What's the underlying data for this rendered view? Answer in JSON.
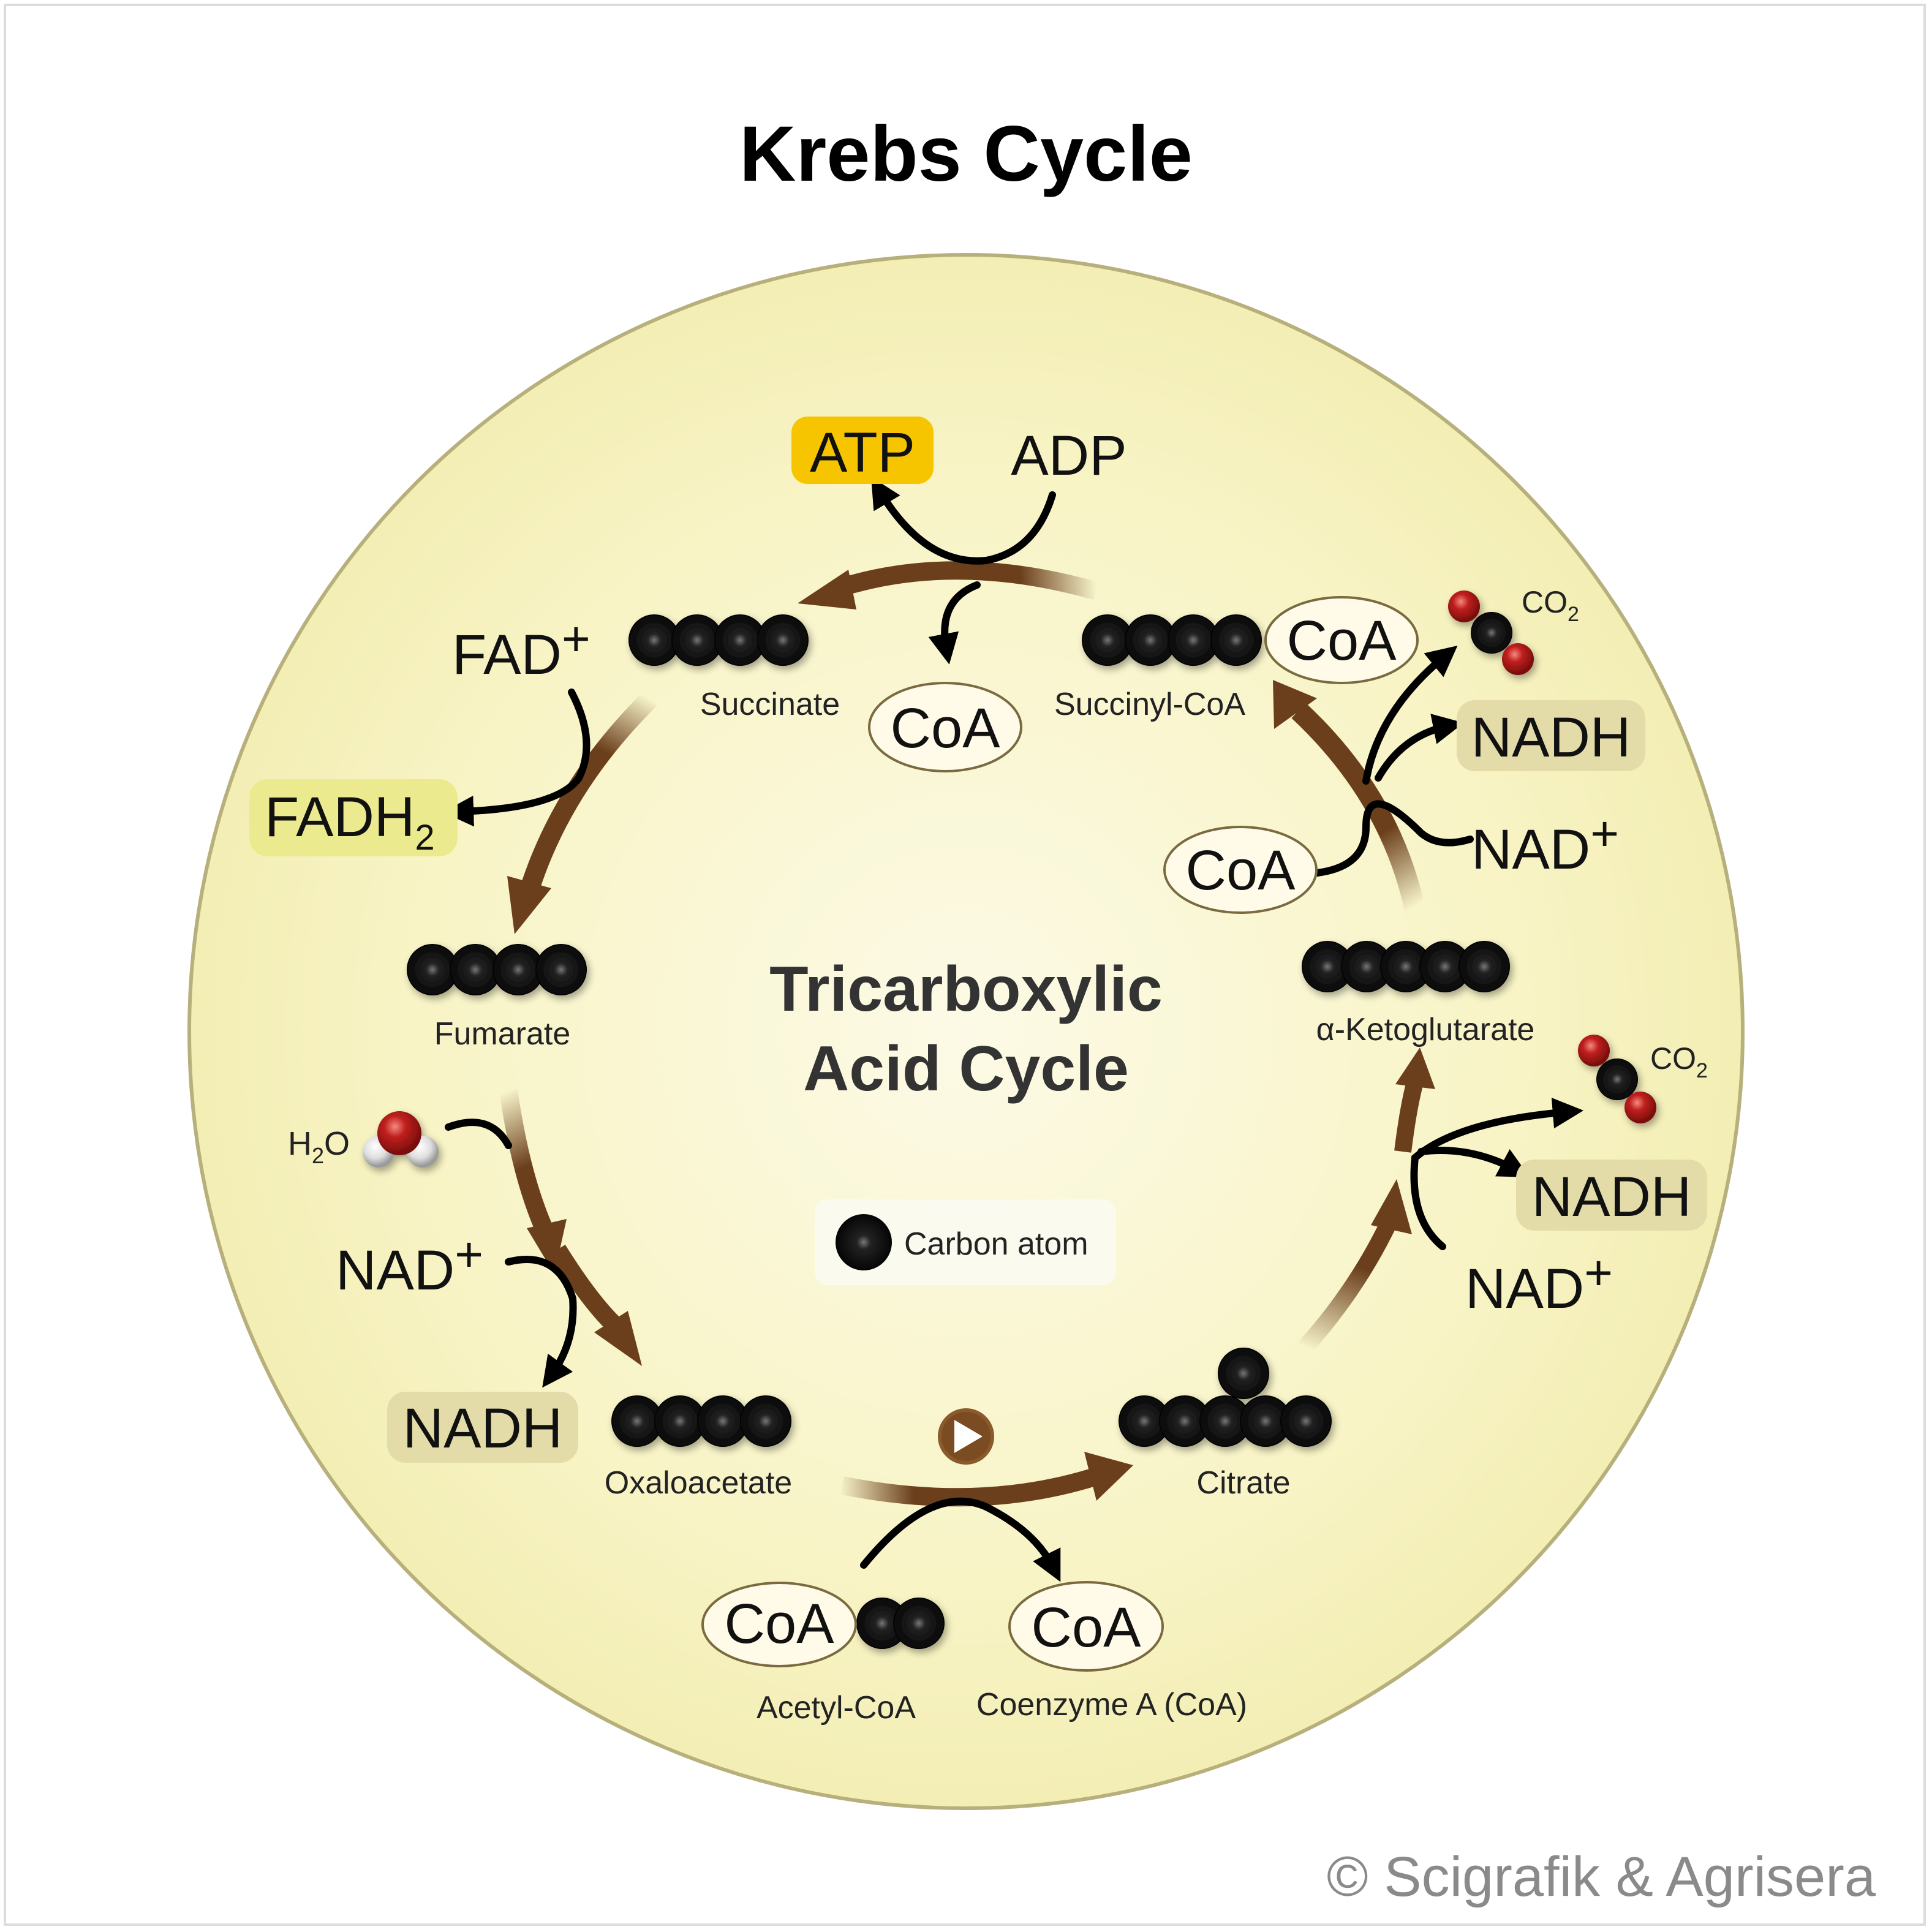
{
  "title": "Krebs Cycle",
  "center_title_line1": "Tricarboxylic",
  "center_title_line2": "Acid Cycle",
  "legend": {
    "label": "Carbon atom"
  },
  "copyright": "© Scigrafik & Agrisera",
  "molecules": {
    "citrate": "Citrate",
    "alpha_ketoglutarate": "α-Ketoglutarate",
    "succinyl_coa": "Succinyl-CoA",
    "succinate": "Succinate",
    "fumarate": "Fumarate",
    "oxaloacetate": "Oxaloacetate",
    "acetyl_coa": "Acetyl-CoA",
    "coenzyme_a": "Coenzyme A (CoA)"
  },
  "coa_label": "CoA",
  "cofactors": {
    "atp": "ATP",
    "adp": "ADP",
    "fad_plus": "FAD",
    "fadh2": "FADH",
    "nad_plus": "NAD",
    "nadh": "NADH",
    "co2": "CO",
    "h2o_h": "H",
    "h2o_o": "O",
    "plus": "+",
    "sub2": "2"
  },
  "colors": {
    "background_circle": "#f8f4c4",
    "circle_border": "#b7b07c",
    "cycle_arrow": "#6b3f1c",
    "atp_highlight": "#f7c500",
    "fadh2_highlight": "#ecea8e",
    "nadh_highlight": "#e3dca8",
    "carbon": "#111111",
    "oxygen": "#c0201e"
  }
}
